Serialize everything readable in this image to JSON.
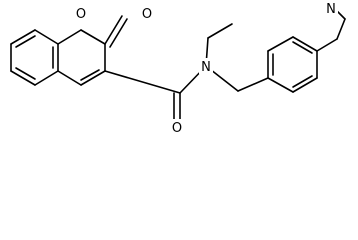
{
  "molecule": {
    "atoms": {
      "ring_oxygen": "O",
      "carbonyl_oxygen_lactone": "O",
      "carbonyl_oxygen_amide": "O",
      "amide_nitrogen": "N",
      "pyridine_nitrogen": "N"
    }
  },
  "colors": {
    "bond": "#000000",
    "background": "#ffffff"
  }
}
